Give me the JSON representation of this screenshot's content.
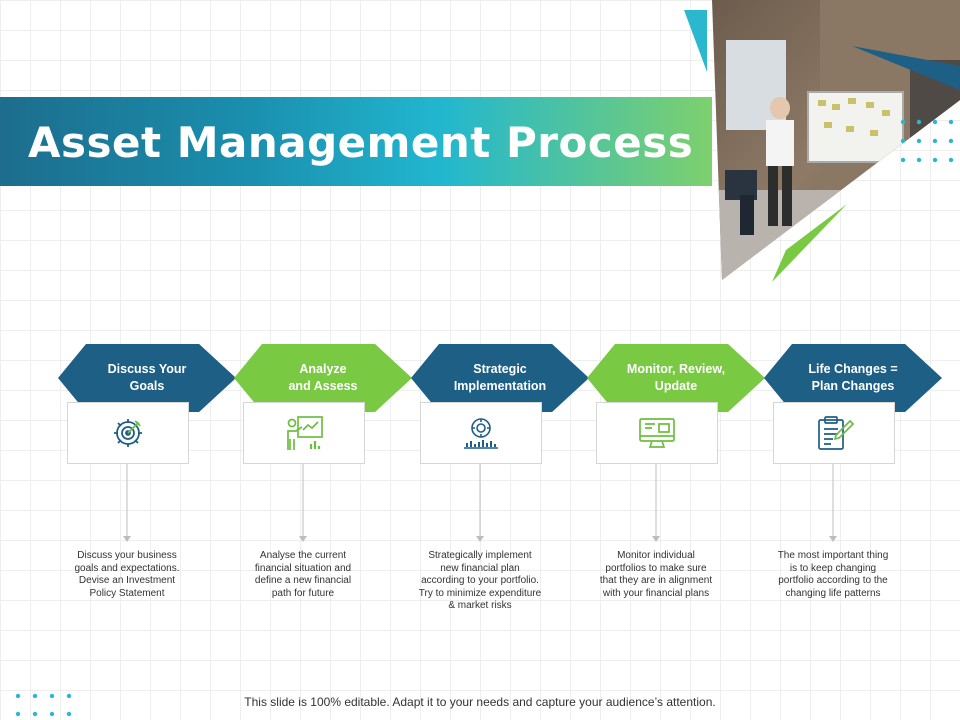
{
  "title": "Asset Management Process",
  "colors": {
    "blue_dark": "#1e5f86",
    "blue": "#1a7fa8",
    "green": "#7ac943",
    "cyan": "#2bb8cf",
    "icon_blue": "#1e5f86",
    "icon_green": "#6cbf3f"
  },
  "steps": [
    {
      "label": "Discuss Your\nGoals",
      "icon": "target-gear-icon",
      "color": "#1e5f86",
      "description": "Discuss your business\ngoals and expectations.\nDevise an Investment\nPolicy Statement"
    },
    {
      "label": "Analyze\nand Assess",
      "icon": "presenter-board-icon",
      "color": "#7ac943",
      "description": "Analyse the current\nfinancial situation and\ndefine a new financial\npath for future"
    },
    {
      "label": "Strategic\nImplementation",
      "icon": "strategy-chart-icon",
      "color": "#1e5f86",
      "description": "Strategically implement\nnew financial plan\naccording to your portfolio.\nTry to minimize expenditure\n& market risks"
    },
    {
      "label": "Monitor, Review,\nUpdate",
      "icon": "monitor-screen-icon",
      "color": "#7ac943",
      "description": "Monitor individual\nportfolios to make sure\nthat they are in alignment\nwith your financial plans"
    },
    {
      "label": "Life Changes =\nPlan Changes",
      "icon": "clipboard-edit-icon",
      "color": "#1e5f86",
      "description": "The most important thing\nis to keep changing\nportfolio according to the\nchanging life patterns"
    }
  ],
  "footer": "This slide is 100% editable. Adapt it to your needs and capture your audience’s attention."
}
